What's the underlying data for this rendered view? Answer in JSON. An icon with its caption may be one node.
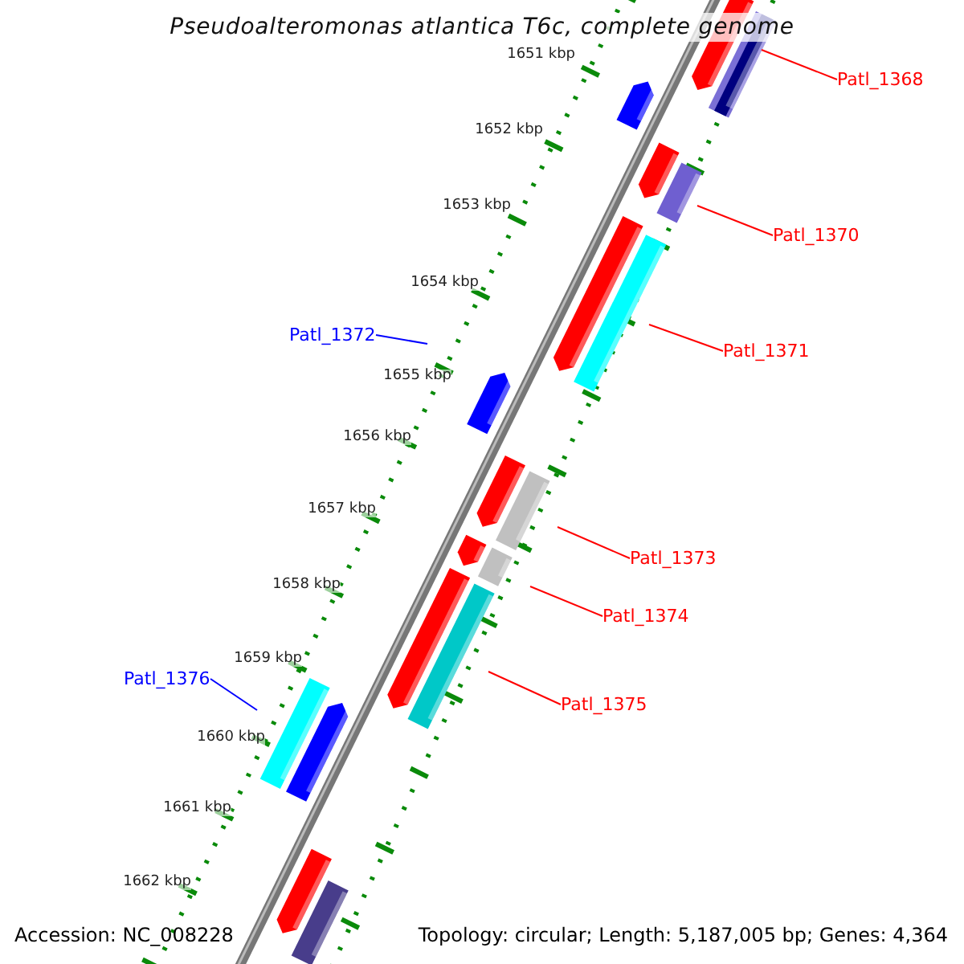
{
  "diagram": {
    "title": "Pseudoalteromonas atlantica T6c, complete genome",
    "nodes": [
      {
        "text": [
          "Patl_1368"
        ]
      },
      {
        "text": [
          "Patl_1370"
        ]
      },
      {
        "text": [
          "Patl_1371"
        ]
      },
      {
        "text": [
          "Patl_1372"
        ]
      },
      {
        "text": [
          "Patl_1373"
        ]
      },
      {
        "text": [
          "Patl_1374"
        ]
      },
      {
        "text": [
          "Patl_1375"
        ]
      },
      {
        "text": [
          "Patl_1376"
        ]
      }
    ],
    "edges": [
      {
        "from": 0,
        "to": null,
        "arrow": "none"
      },
      {
        "from": 1,
        "to": null,
        "arrow": "none"
      },
      {
        "from": 2,
        "to": null,
        "arrow": "none"
      },
      {
        "from": 3,
        "to": null,
        "arrow": "none",
        "color": "#0000ff"
      },
      {
        "from": 4,
        "to": null,
        "arrow": "none"
      },
      {
        "from": 5,
        "to": null,
        "arrow": "none"
      },
      {
        "from": 6,
        "to": null,
        "arrow": "none"
      },
      {
        "from": 7,
        "to": null,
        "arrow": "none",
        "color": "#0000ff"
      }
    ],
    "labels": [
      "1651 kbp",
      "1652 kbp",
      "1653 kbp",
      "1654 kbp",
      "1655 kbp",
      "1656 kbp",
      "1657 kbp",
      "1658 kbp",
      "1659 kbp",
      "1660 kbp",
      "1661 kbp",
      "1662 kbp",
      "Accession: NC_008228",
      "Topology: circular; Length: 5,187,005 bp; Genes: 4,364"
    ]
  }
}
